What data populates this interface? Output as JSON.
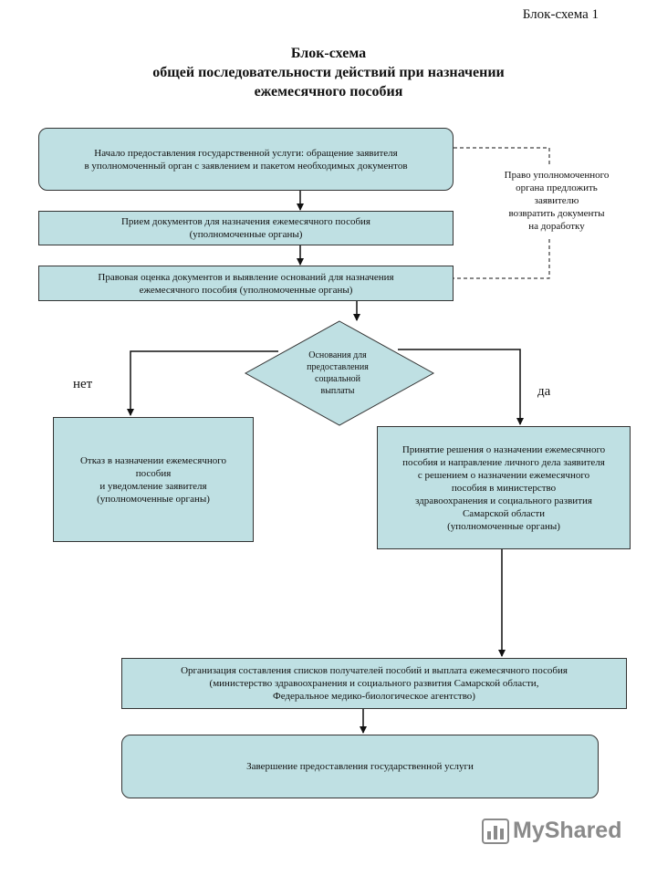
{
  "corner_label": "Блок-схема 1",
  "title": {
    "line1": "Блок-схема",
    "line2": "общей последовательности действий при назначении",
    "line3": "ежемесячного пособия"
  },
  "nodes": {
    "start": {
      "line1": "Начало предоставления государственной услуги: обращение заявителя",
      "line2": "в уполномоченный орган с заявлением и пакетом необходимых документов"
    },
    "receive": {
      "line1": "Прием документов для  назначения ежемесячного пособия",
      "line2": "(уполномоченные органы)"
    },
    "assess": {
      "line1": "Правовая оценка документов и выявление оснований для назначения",
      "line2": "ежемесячного пособия (уполномоченные органы)"
    },
    "decision": {
      "line1": "Основания для",
      "line2": "предоставления",
      "line3": "социальной",
      "line4": "выплаты"
    },
    "refuse": {
      "line1": "Отказ в назначении ежемесячного",
      "line2": "пособия",
      "line3": "и уведомление заявителя",
      "line4": "(уполномоченные органы)"
    },
    "approve": {
      "line1": "Принятие решения о назначении ежемесячного",
      "line2": "пособия и направление личного дела заявителя",
      "line3": "с решением о назначении ежемесячного",
      "line4": "пособия в министерство",
      "line5": "здравоохранения и социального развития",
      "line6": "Самарской области",
      "line7": "(уполномоченные органы)"
    },
    "organize": {
      "line1": "Организация составления списков получателей пособий и выплата ежемесячного пособия",
      "line2": "(министерство здравоохранения и социального развития Самарской области,",
      "line3": "Федеральное медико-биологическое агентство)"
    },
    "finish": {
      "line1": "Завершение предоставления государственной услуги"
    }
  },
  "side_note": {
    "line1": "Право уполномоченного",
    "line2": "органа предложить",
    "line3": "заявителю",
    "line4": "возвратить документы",
    "line5": "на доработку"
  },
  "branches": {
    "no": "нет",
    "yes": "да"
  },
  "watermark": {
    "text": "MyShared",
    "icon": "bar-chart-icon"
  },
  "colors": {
    "box_fill": "#bfe0e3",
    "line": "#111111"
  }
}
